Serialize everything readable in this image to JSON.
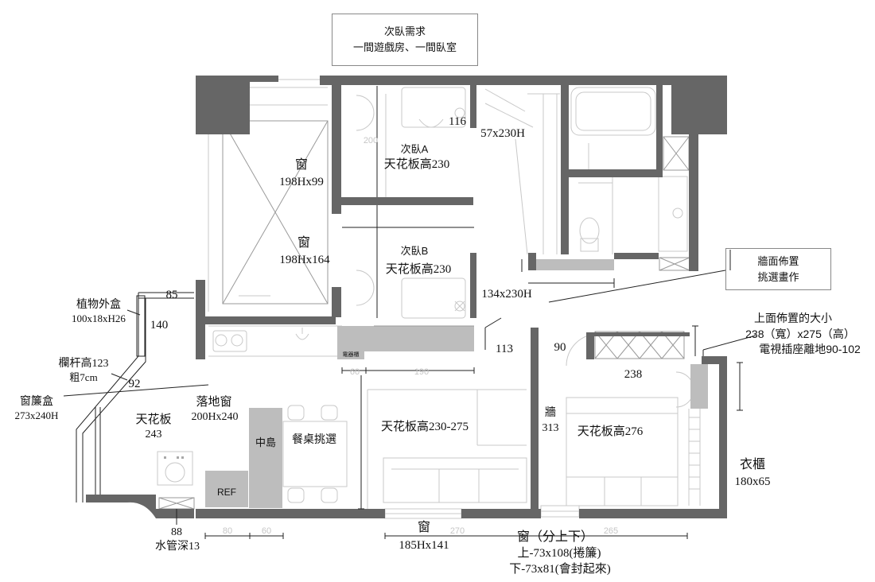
{
  "notes": {
    "secondary": {
      "title": "次臥需求",
      "line": "一間遊戲房、一間臥室"
    },
    "wall_art": {
      "title": "牆面佈置",
      "line": "挑選畫作"
    },
    "tv_spec": {
      "line1": "上面佈置的大小",
      "line2": "238（寬）x275（高）",
      "line3": "電視插座離地90-102"
    }
  },
  "rooms": {
    "bed_a": {
      "name": "次臥A",
      "ceiling": "天花板高230"
    },
    "bed_b": {
      "name": "次臥B",
      "ceiling": "天花板高230"
    },
    "living": {
      "ceiling": "天花板高230-275"
    },
    "master": {
      "ceiling": "天花板高276"
    },
    "balcony": {
      "ceiling": "天花板",
      "height": "243"
    }
  },
  "windows": {
    "win_top": {
      "label": "窗",
      "size": "198Hx99"
    },
    "win_low": {
      "label": "窗",
      "size": "198Hx164"
    },
    "french": {
      "label": "落地窗",
      "size": "200Hx240"
    },
    "bottom": {
      "label": "窗",
      "size": "185Hx141"
    },
    "bedroom": {
      "label": "窗（分上下）",
      "upper": "上-73x108(捲簾)",
      "lower": "下-73x81(會封起來)"
    }
  },
  "dimensions": {
    "d116": "116",
    "closet_a": "57x230H",
    "closet_b": "134x230H",
    "d85": "85",
    "d140": "140",
    "d92": "92",
    "d113": "113",
    "d90": "90",
    "d238": "238",
    "wall_label": "牆",
    "wall_313": "313",
    "d88": "88",
    "pipe_depth": "水管深13",
    "wardrobe": "衣櫃",
    "wardrobe_size": "180x65"
  },
  "balcony_items": {
    "plant_box": "植物外盒",
    "plant_box_size": "100x18xH26",
    "railing": "欄杆高123",
    "railing_thick": "粗7cm",
    "curtain_box": "窗簾盒",
    "curtain_box_size": "273x240H"
  },
  "furniture": {
    "island": "中島",
    "dining": "餐桌挑選",
    "ref": "REF",
    "appliance": "電器櫃"
  },
  "faint_dims": {
    "k60": "60",
    "k190": "190",
    "b80": "80",
    "b60": "60",
    "b270": "270",
    "b265": "265",
    "a200": "200"
  }
}
